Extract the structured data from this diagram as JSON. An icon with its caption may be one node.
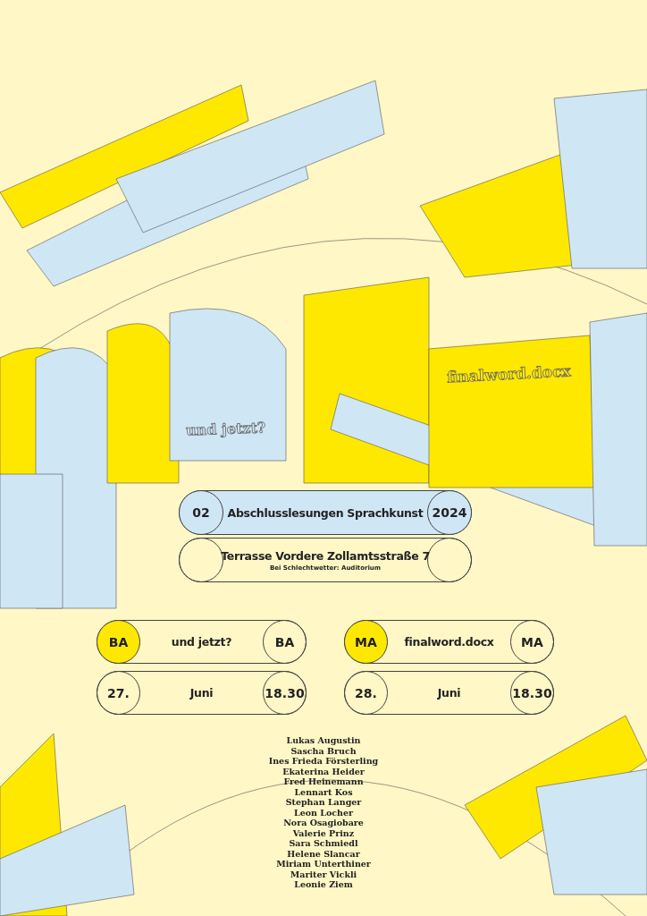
{
  "diagram": {
    "nodes": [
      {
        "text": [
          "Abschlusslesungen Sprachkunst"
        ]
      },
      {
        "text": [
          "02"
        ],
        "in": 0
      },
      {
        "text": [
          "2024"
        ],
        "in": 0
      },
      {
        "text": [
          "Terrasse Vordere Zollamtsstraße 7",
          "Bei Schlechtwetter: Auditorium"
        ]
      },
      {
        "text": [],
        "shape": "circle",
        "in": 3
      },
      {
        "text": [],
        "shape": "circle",
        "in": 3
      },
      {
        "text": [
          "und jetzt?"
        ]
      },
      {
        "text": [
          "BA"
        ],
        "in": 6
      },
      {
        "text": [
          "BA"
        ],
        "in": 6
      },
      {
        "text": [
          "finalword.docx"
        ]
      },
      {
        "text": [
          "MA"
        ],
        "in": 9
      },
      {
        "text": [
          "MA"
        ],
        "in": 9
      },
      {
        "text": [
          "Juni"
        ]
      },
      {
        "text": [
          "27."
        ],
        "in": 12
      },
      {
        "text": [
          "18.30"
        ],
        "in": 12
      },
      {
        "text": [
          "Juni"
        ]
      },
      {
        "text": [
          "28."
        ],
        "in": 15
      },
      {
        "text": [
          "18.30"
        ],
        "in": 15
      }
    ],
    "labels": [
      "finalword.docx",
      "und jetzt?",
      "Lukas Augustin",
      "Sascha Bruch",
      "Ines Frieda Försterling",
      "Ekaterina Heider",
      "Fred Heinemann",
      "Lennart Kos",
      "Stephan Langer",
      "Leon Locher",
      "Nora Osagiobare",
      "Valerie Prinz",
      "Sara Schmiedl",
      "Helene Slancar",
      "Miriam Unterthiner",
      "Mariter Vickli",
      "Leonie Ziem"
    ]
  }
}
